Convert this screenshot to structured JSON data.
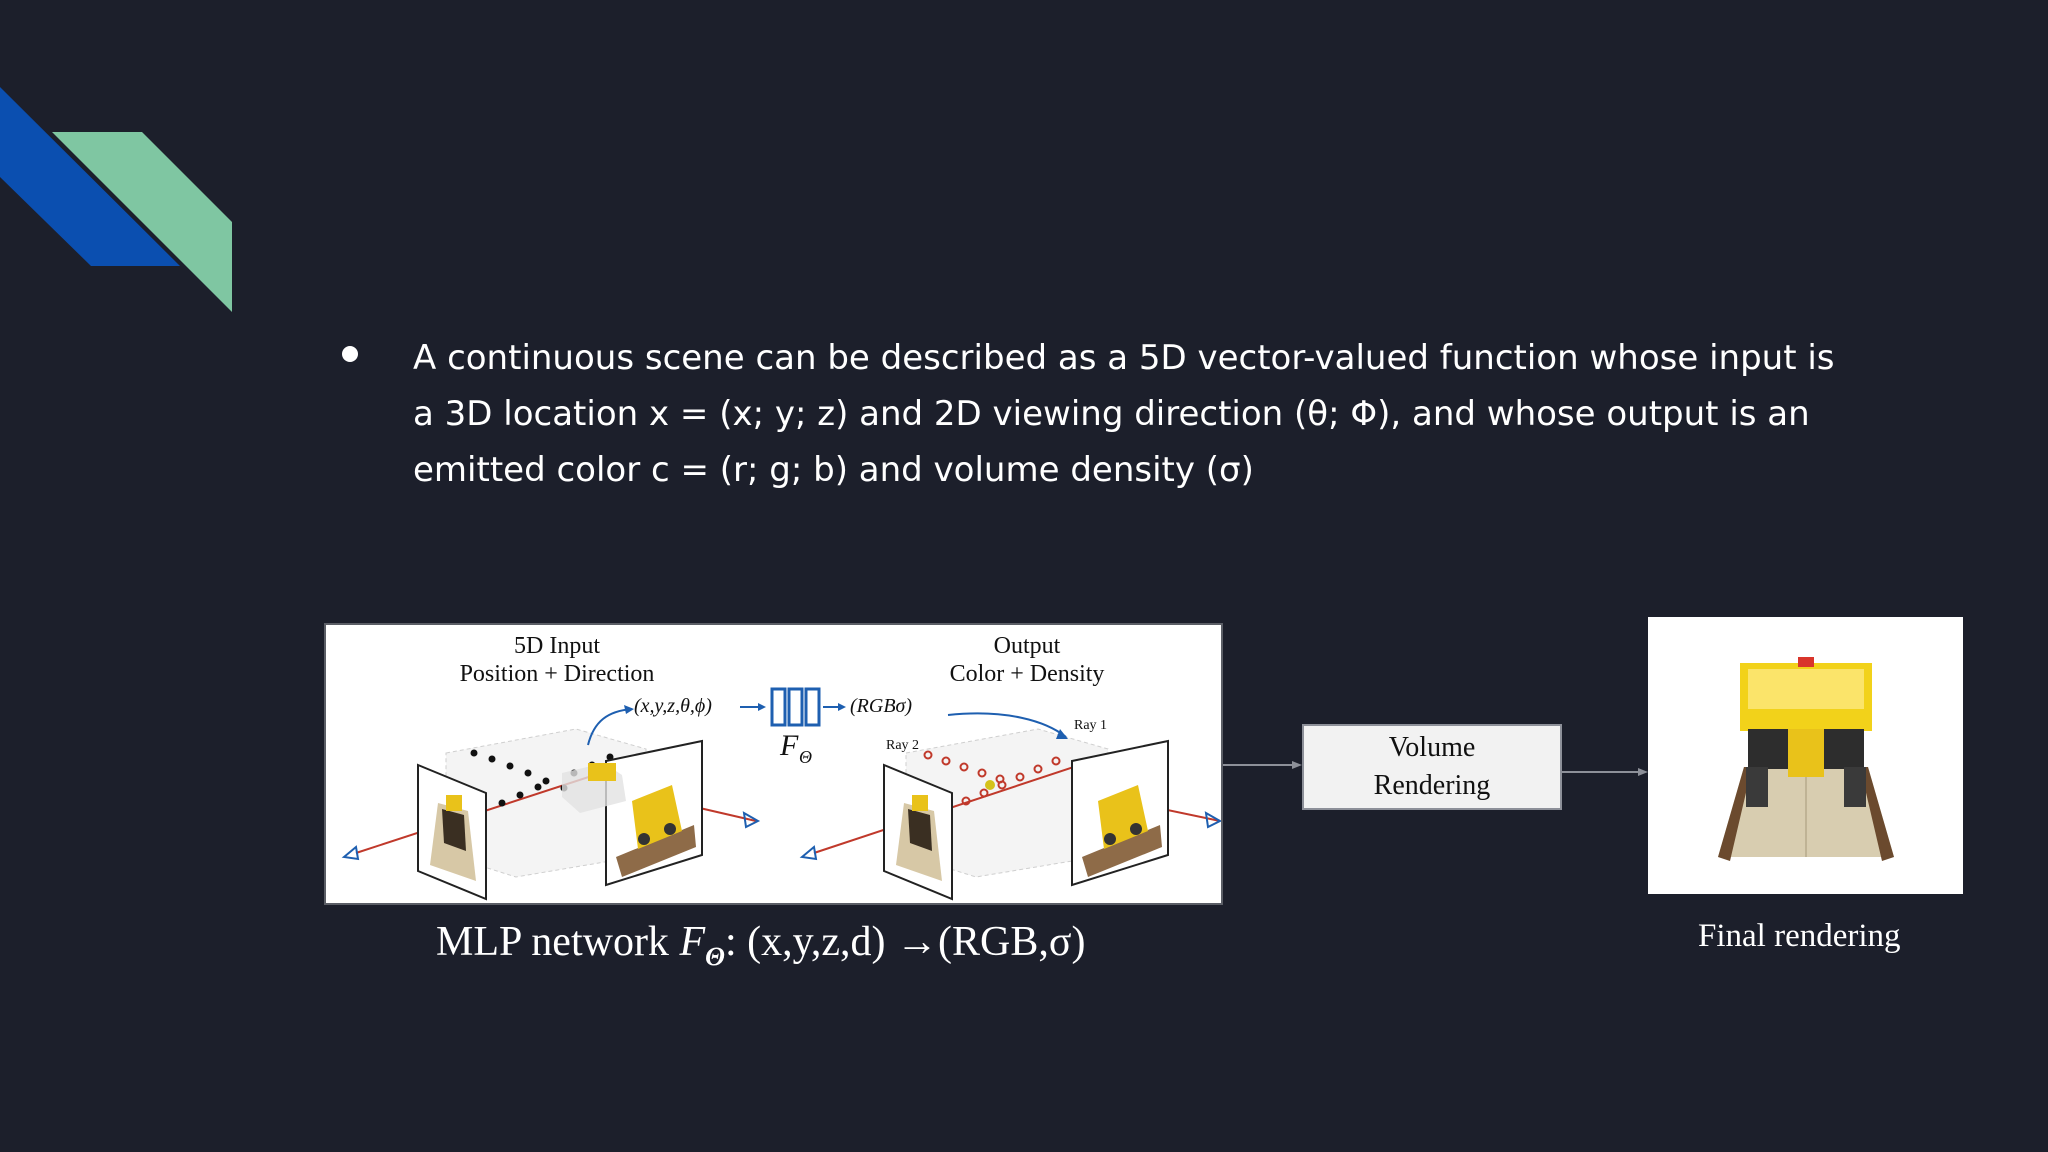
{
  "slide": {
    "bullet_text": "A continuous scene can be described as a 5D vector-valued function whose input is a 3D location x = (x; y; z) and 2D viewing direction (θ; Φ), and whose output is an emitted color c = (r; g; b) and volume density (σ)",
    "colors": {
      "background": "#1c1f2b",
      "stripe_blue": "#0b4fb0",
      "stripe_green": "#7fc6a2"
    }
  },
  "figure": {
    "input_title": "5D Input",
    "input_subtitle": "Position + Direction",
    "output_title": "Output",
    "output_subtitle": "Color + Density",
    "input_tuple": "(x,y,z,θ,ϕ)",
    "network_symbol": "F",
    "network_subscript": "Θ",
    "output_tuple": "(RGBσ)",
    "ray1_label": "Ray 1",
    "ray2_label": "Ray 2"
  },
  "volume_rendering": {
    "line1": "Volume",
    "line2": "Rendering"
  },
  "captions": {
    "mlp_prefix": "MLP network ",
    "mlp_symbol": "F",
    "mlp_subscript": "Θ",
    "mlp_suffix": ": (x,y,z,d) →(RGB,σ)",
    "final": "Final rendering"
  }
}
